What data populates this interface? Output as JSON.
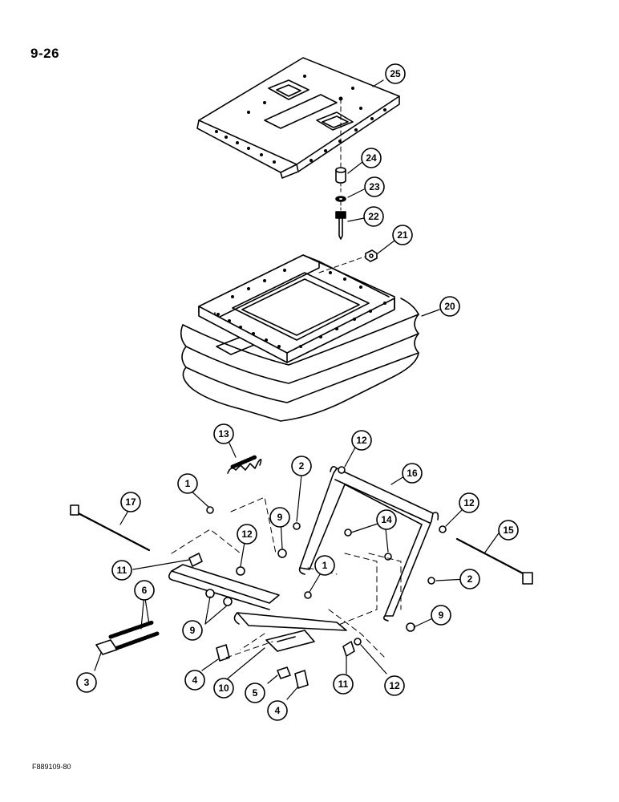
{
  "page_number": "9-26",
  "figure_code": "F889109-80",
  "callouts": [
    {
      "id": "c25a",
      "label": "25"
    },
    {
      "id": "c24",
      "label": "24"
    },
    {
      "id": "c23",
      "label": "23"
    },
    {
      "id": "c22",
      "label": "22"
    },
    {
      "id": "c21",
      "label": "21"
    },
    {
      "id": "c20",
      "label": "20"
    },
    {
      "id": "c13",
      "label": "13"
    },
    {
      "id": "c12a",
      "label": "12"
    },
    {
      "id": "c16",
      "label": "16"
    },
    {
      "id": "c2a",
      "label": "2"
    },
    {
      "id": "c1a",
      "label": "1"
    },
    {
      "id": "c17",
      "label": "17"
    },
    {
      "id": "c12b",
      "label": "12"
    },
    {
      "id": "c15",
      "label": "15"
    },
    {
      "id": "c9a",
      "label": "9"
    },
    {
      "id": "c14",
      "label": "14"
    },
    {
      "id": "c12c",
      "label": "12"
    },
    {
      "id": "c11a",
      "label": "11"
    },
    {
      "id": "c1b",
      "label": "1"
    },
    {
      "id": "c2b",
      "label": "2"
    },
    {
      "id": "c6",
      "label": "6"
    },
    {
      "id": "c9b",
      "label": "9"
    },
    {
      "id": "c9c",
      "label": "9"
    },
    {
      "id": "c3",
      "label": "3"
    },
    {
      "id": "c4a",
      "label": "4"
    },
    {
      "id": "c10",
      "label": "10"
    },
    {
      "id": "c11b",
      "label": "11"
    },
    {
      "id": "c12d",
      "label": "12"
    },
    {
      "id": "c5",
      "label": "5"
    },
    {
      "id": "c4b",
      "label": "4"
    }
  ]
}
